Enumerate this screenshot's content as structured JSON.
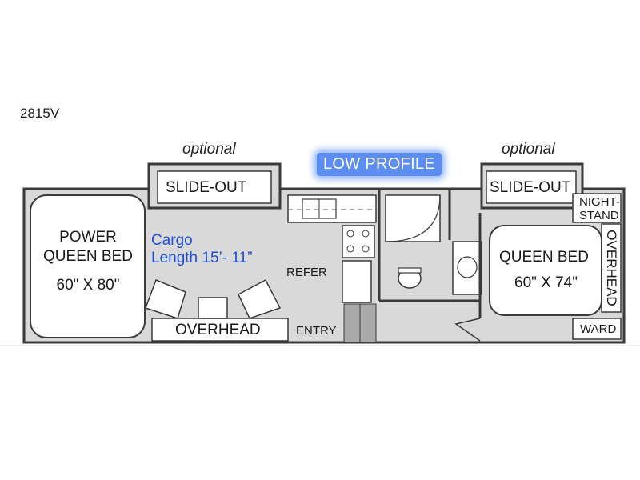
{
  "model_name": "2815V",
  "badge": {
    "label": "LOW PROFILE",
    "color": "#5b8ef0"
  },
  "slideouts": {
    "left": {
      "note": "optional",
      "label": "SLIDE-OUT"
    },
    "right": {
      "note": "optional",
      "label": "SLIDE-OUT"
    }
  },
  "garage": {
    "bed_line1": "POWER",
    "bed_line2": "QUEEN BED",
    "bed_size": "60\" X 80\"",
    "cargo_line1": "Cargo",
    "cargo_line2": "Length 15’- 11”",
    "overhead": "OVERHEAD"
  },
  "galley": {
    "refer": "REFER",
    "entry": "ENTRY"
  },
  "bedroom": {
    "bed": "QUEEN BED",
    "bed_size": "60\" X 74\"",
    "nightstand_line1": "NIGHT-",
    "nightstand_line2": "STAND",
    "overhead": "OVERHEAD",
    "ward": "WARD"
  },
  "colors": {
    "floor": "#d9d9d9",
    "wall": "#3a3a3a",
    "furniture": "#ffffff",
    "accent_text": "#1f4fd6"
  }
}
